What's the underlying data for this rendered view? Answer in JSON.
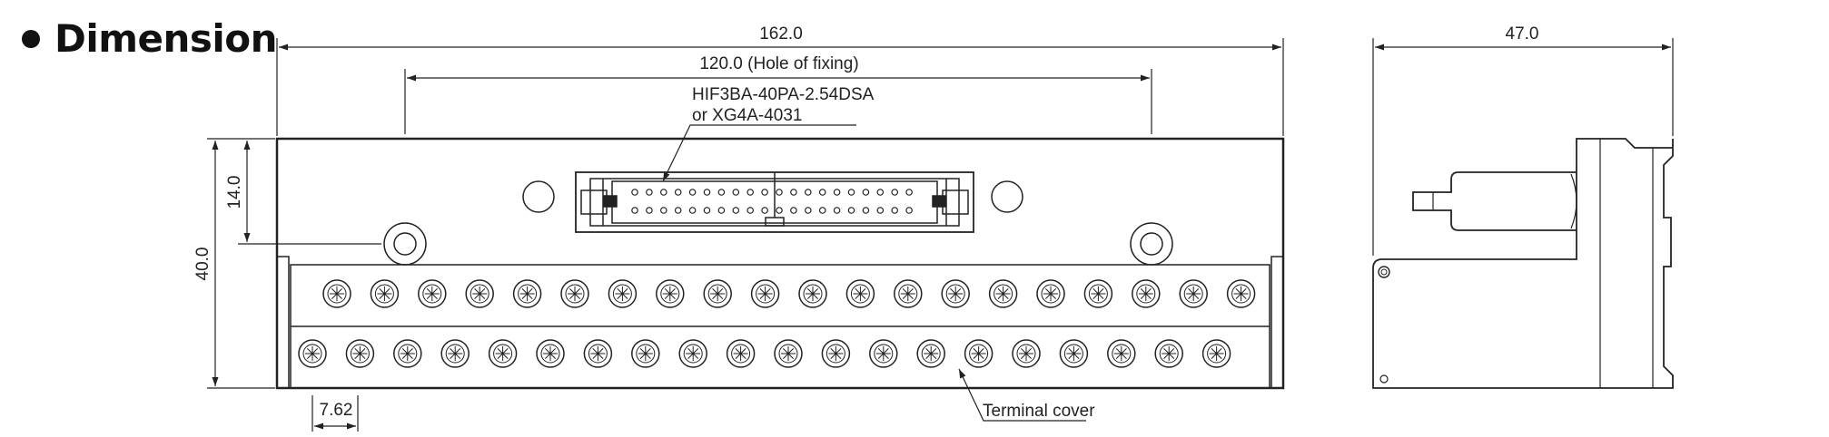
{
  "heading": "Dimension",
  "dimensions": {
    "width": "162.0",
    "hole_pitch": "120.0 (Hole of fixing)",
    "height": "40.0",
    "connector_offset": "14.0",
    "terminal_pitch": "7.62",
    "depth": "47.0"
  },
  "callouts": {
    "connector_line1": "HIF3BA-40PA-2.54DSA",
    "connector_line2": "or XG4A-4031",
    "terminal_cover": "Terminal cover"
  },
  "terminals": {
    "upper_row_count": 20,
    "lower_row_count": 20
  },
  "connector": {
    "pins_per_row": 20
  }
}
